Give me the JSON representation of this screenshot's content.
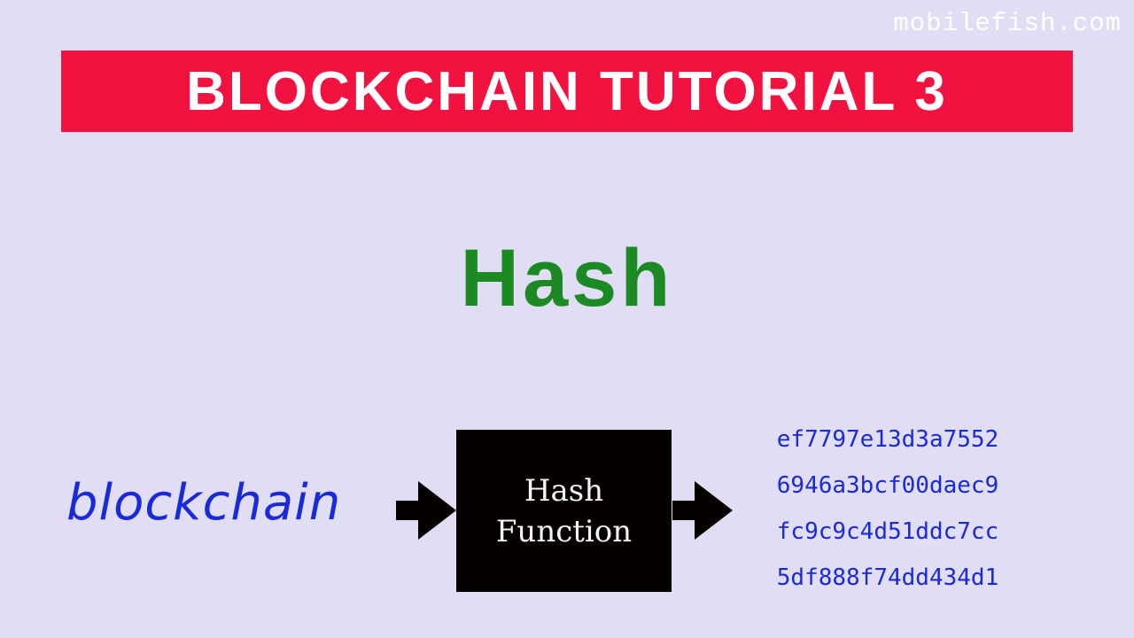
{
  "watermark": "mobilefish.com",
  "banner": {
    "title": "BLOCKCHAIN TUTORIAL 3",
    "color": "#f2123f"
  },
  "subject": {
    "title": "Hash",
    "color": "#1b8a22"
  },
  "diagram": {
    "input": "blockchain",
    "function_line1": "Hash",
    "function_line2": "Function",
    "output_lines": [
      "ef7797e13d3a7552",
      "6946a3bcf00daec9",
      "fc9c9c4d51ddc7cc",
      "5df888f74dd434d1"
    ]
  }
}
